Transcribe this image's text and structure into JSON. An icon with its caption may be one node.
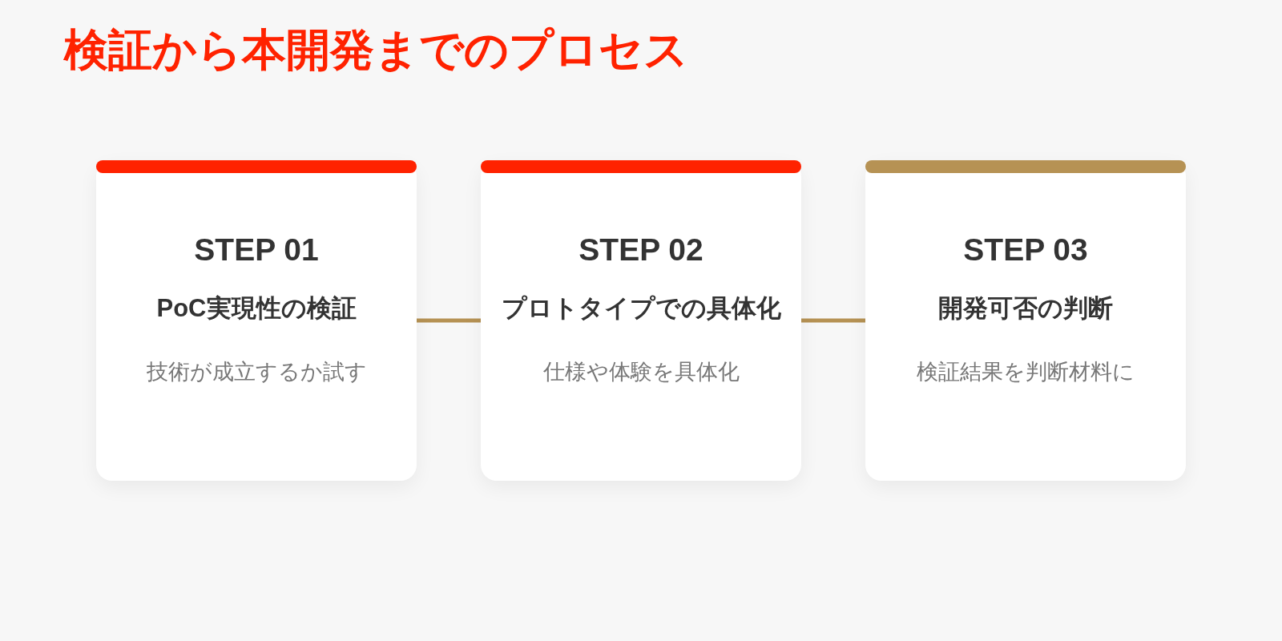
{
  "diagram": {
    "title": "検証から本開発までのプロセス",
    "nodes": [
      {
        "text": [
          "STEP 01",
          "PoC実現性の検証",
          "技術が成立するか試す"
        ]
      },
      {
        "text": [
          "STEP 02",
          "プロトタイプでの具体化",
          "仕様や体験を具体化"
        ]
      },
      {
        "text": [
          "STEP 03",
          "開発可否の判断",
          "検証結果を判断材料に"
        ]
      }
    ],
    "edges": [
      {
        "from": 0,
        "to": 1,
        "arrow": "none"
      },
      {
        "from": 1,
        "to": 2,
        "arrow": "none"
      }
    ]
  }
}
